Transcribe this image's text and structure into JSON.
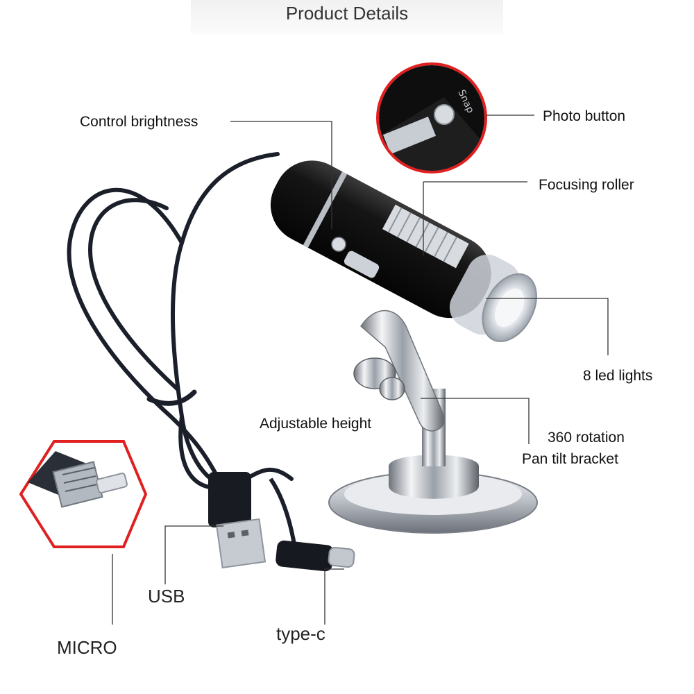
{
  "header": {
    "title": "Product Details"
  },
  "labels": {
    "control_brightness": "Control brightness",
    "photo_button": "Photo button",
    "focusing_roller": "Focusing roller",
    "led_lights": "8 led lights",
    "adjustable_height": "Adjustable height",
    "rotation": "360 rotation",
    "bracket": "Pan tilt bracket",
    "usb": "USB",
    "micro": "MICRO",
    "type_c": "type-c"
  },
  "zoom_text": "Snap",
  "colors": {
    "callout_line": "#333333",
    "highlight_ring": "#e02020",
    "body": "#141414",
    "chrome": "#c9ccd1",
    "cable": "#1b1f2a"
  }
}
